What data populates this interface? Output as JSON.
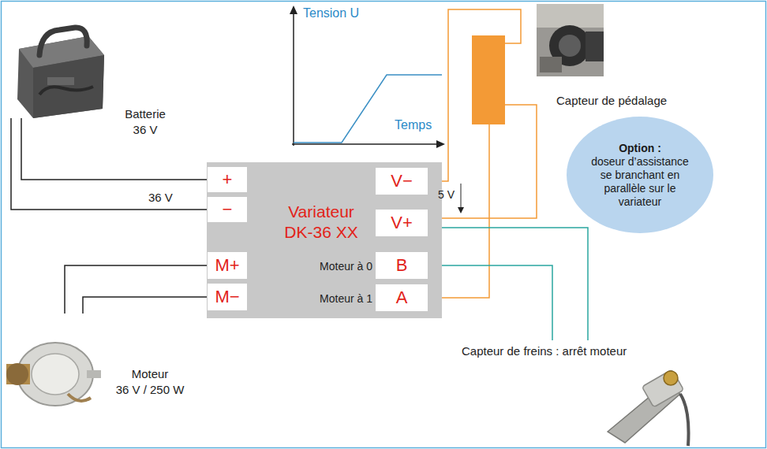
{
  "diagram": {
    "nodes": [
      {
        "text": [
          "Batterie",
          "36 V"
        ]
      },
      {
        "text": [
          "Variateur",
          "DK-36 XX"
        ]
      },
      {
        "text": [
          "+"
        ],
        "in": 1
      },
      {
        "text": [
          "−"
        ],
        "in": 1
      },
      {
        "text": [
          "V−"
        ],
        "in": 1
      },
      {
        "text": [
          "V+"
        ],
        "in": 1
      },
      {
        "text": [
          "M+"
        ],
        "in": 1
      },
      {
        "text": [
          "M−"
        ],
        "in": 1
      },
      {
        "text": [
          "B"
        ],
        "in": 1
      },
      {
        "text": [
          "A"
        ],
        "in": 1
      },
      {
        "text": [
          "Capteur de pédalage"
        ]
      },
      {
        "text": [
          "Option :",
          "doseur d’assistance se branchant en parallèle sur le variateur"
        ]
      },
      {
        "text": [
          "Moteur",
          "36 V / 250 W"
        ]
      },
      {
        "text": [
          "Capteur de freins : arrêt moteur"
        ]
      }
    ],
    "edges": [
      {
        "from": 0,
        "to": 2,
        "arrow": "none"
      },
      {
        "from": 0,
        "to": 3,
        "arrow": "none"
      },
      {
        "from": 12,
        "to": 6,
        "arrow": "none"
      },
      {
        "from": 12,
        "to": 7,
        "arrow": "none"
      },
      {
        "from": 4,
        "to": 10,
        "arrow": "none"
      },
      {
        "from": 5,
        "to": 10,
        "arrow": "none"
      },
      {
        "from": 9,
        "to": 10,
        "arrow": "none"
      },
      {
        "from": 5,
        "to": 13,
        "arrow": "none"
      },
      {
        "from": 8,
        "to": 13,
        "arrow": "none"
      }
    ],
    "labels": [
      "Tension U",
      "Temps",
      "36 V",
      "5 V",
      "Moteur à 0",
      "Moteur à 1"
    ]
  }
}
